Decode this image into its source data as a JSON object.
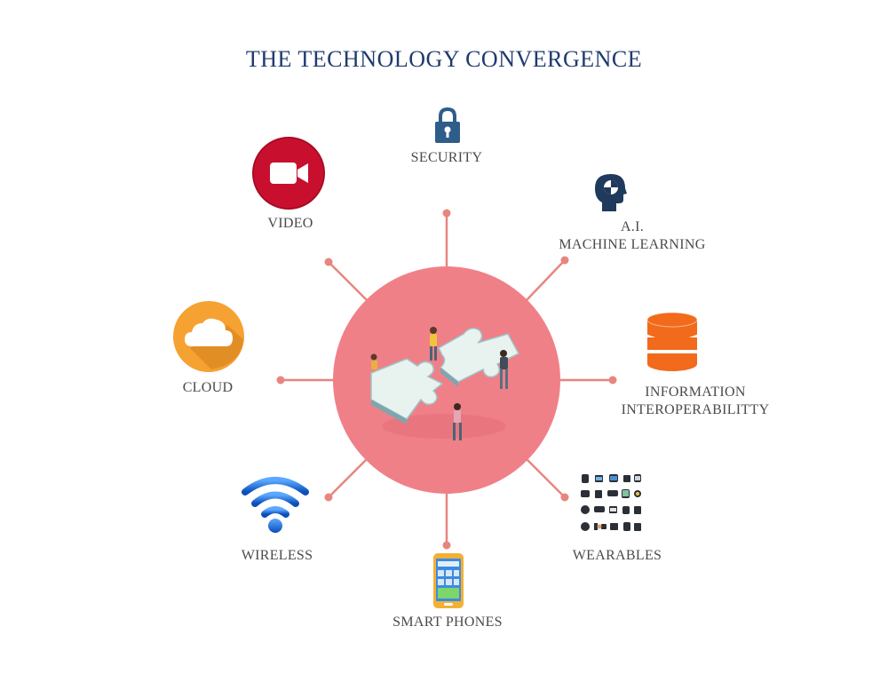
{
  "title": "THE TECHNOLOGY CONVERGENCE",
  "nodes": {
    "security": {
      "label": "SECURITY",
      "icon": "padlock-icon"
    },
    "ai": {
      "label_line1": "A.I.",
      "label_line2": "MACHINE LEARNING",
      "icon": "brain-head-icon"
    },
    "information": {
      "label_line1": "INFORMATION",
      "label_line2": "INTEROPERABILITTY",
      "icon": "database-icon"
    },
    "wearables": {
      "label": "WEARABLES",
      "icon": "wearable-devices-icon"
    },
    "smart_phones": {
      "label": "SMART PHONES",
      "icon": "smartphone-icon"
    },
    "wireless": {
      "label": "WIRELESS",
      "icon": "wifi-icon"
    },
    "cloud": {
      "label": "CLOUD",
      "icon": "cloud-icon"
    },
    "video": {
      "label": "VIDEO",
      "icon": "video-camera-icon"
    }
  },
  "center": {
    "icon": "puzzle-teamwork-icon"
  },
  "colors": {
    "title": "#1f3a6e",
    "hub": "#f08088",
    "spoke": "#e8857f",
    "video": "#c8102e",
    "cloud": "#f5a233",
    "database": "#f26a1b",
    "lock": "#2f5d8a",
    "wifi": "#1769d6"
  }
}
